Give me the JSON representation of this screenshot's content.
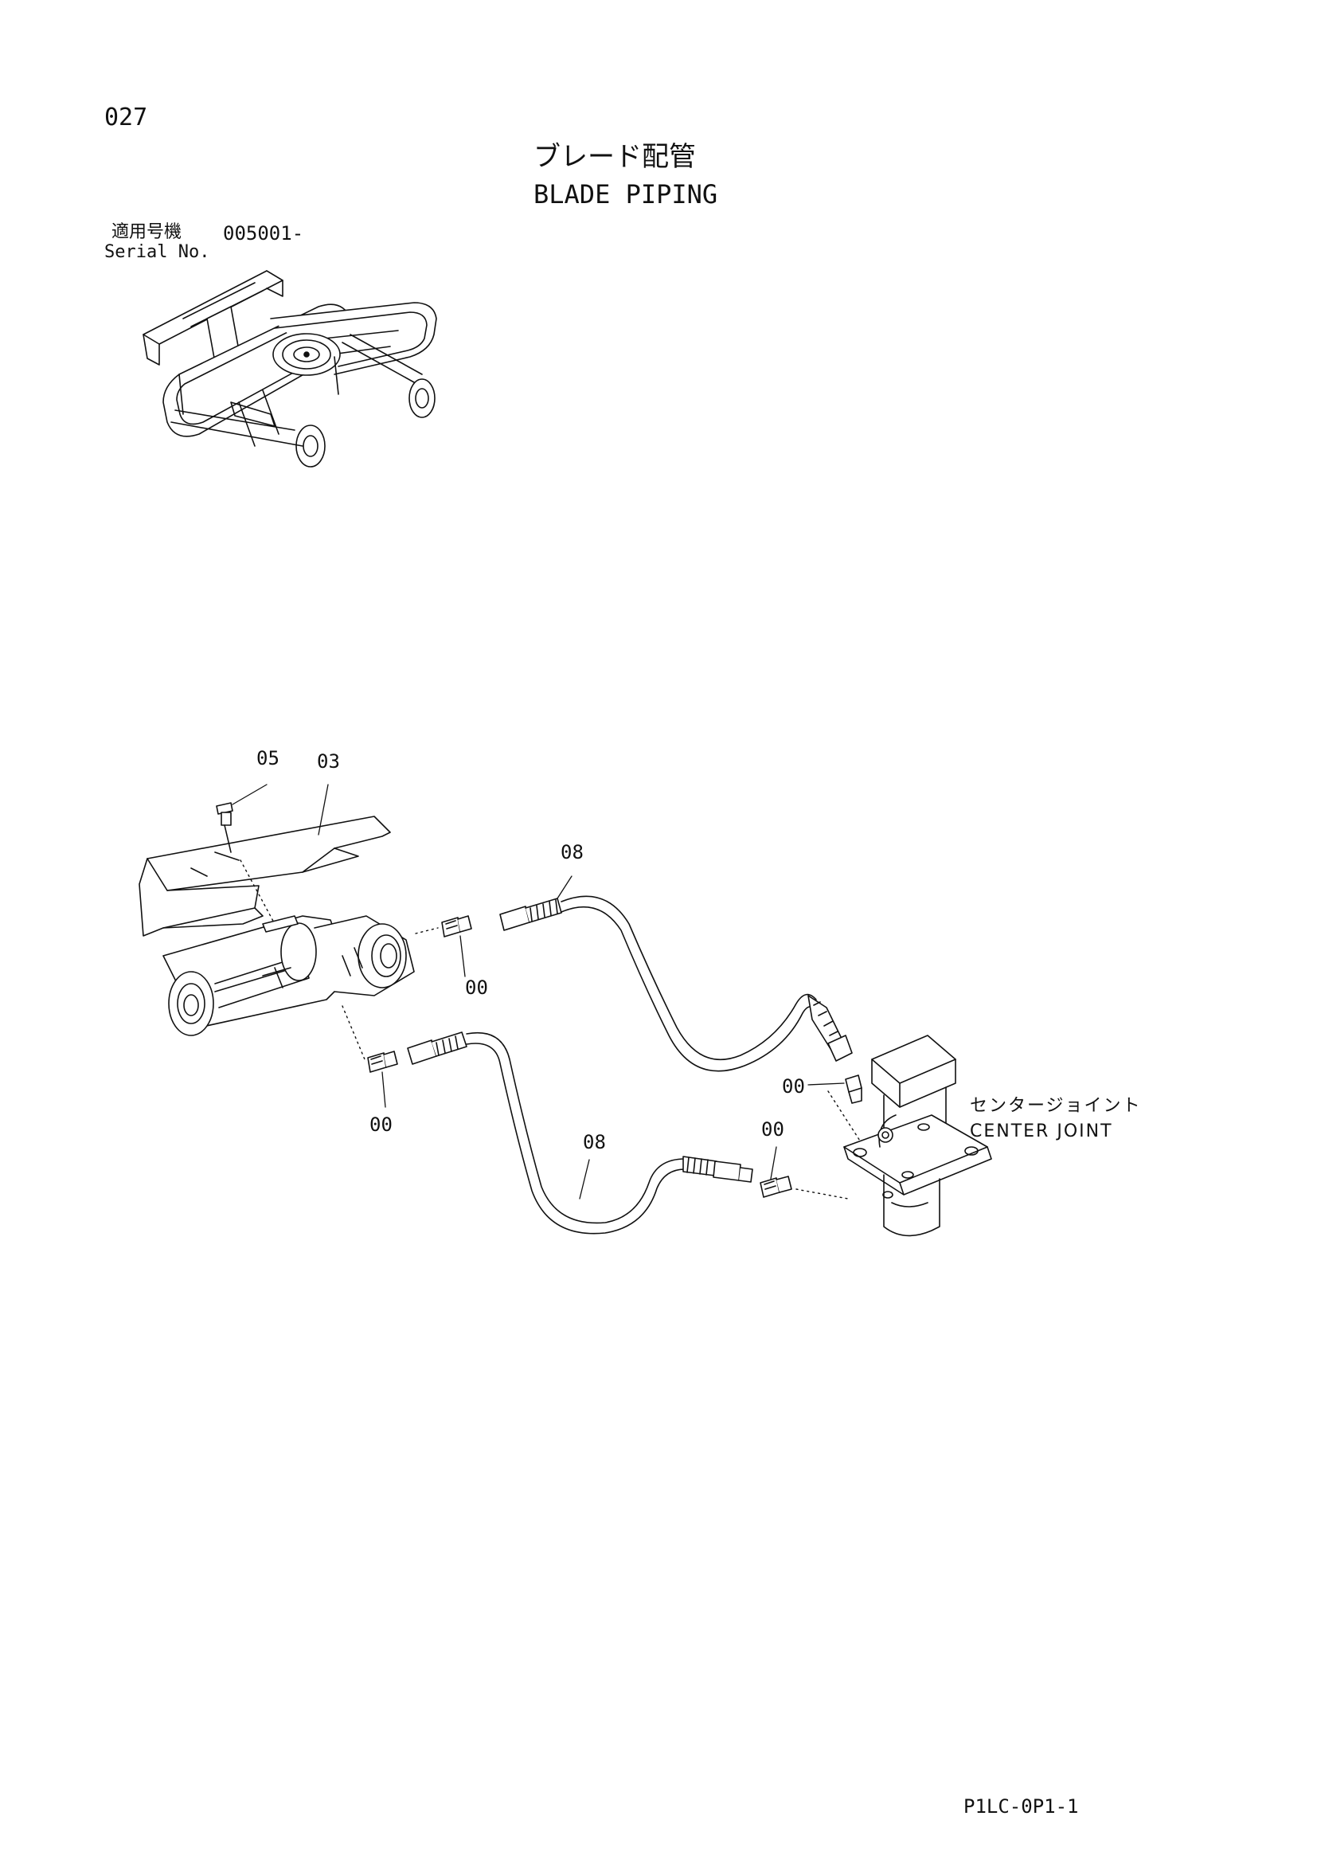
{
  "page_number": "027",
  "title": {
    "japanese": "ブレード配管",
    "english": "BLADE PIPING"
  },
  "serial": {
    "label_japanese": "適用号機",
    "label_english": "Serial No.",
    "value": "005001-"
  },
  "callouts": {
    "c05": "05",
    "c03": "03",
    "c08_top": "08",
    "c00_upper": "00",
    "c00_lower": "00",
    "c00_joint": "00",
    "c00_base": "00",
    "c08_bottom": "08"
  },
  "center_joint": {
    "japanese": "センタージョイント",
    "english": "CENTER JOINT"
  },
  "document_code": "P1LC-0P1-1"
}
